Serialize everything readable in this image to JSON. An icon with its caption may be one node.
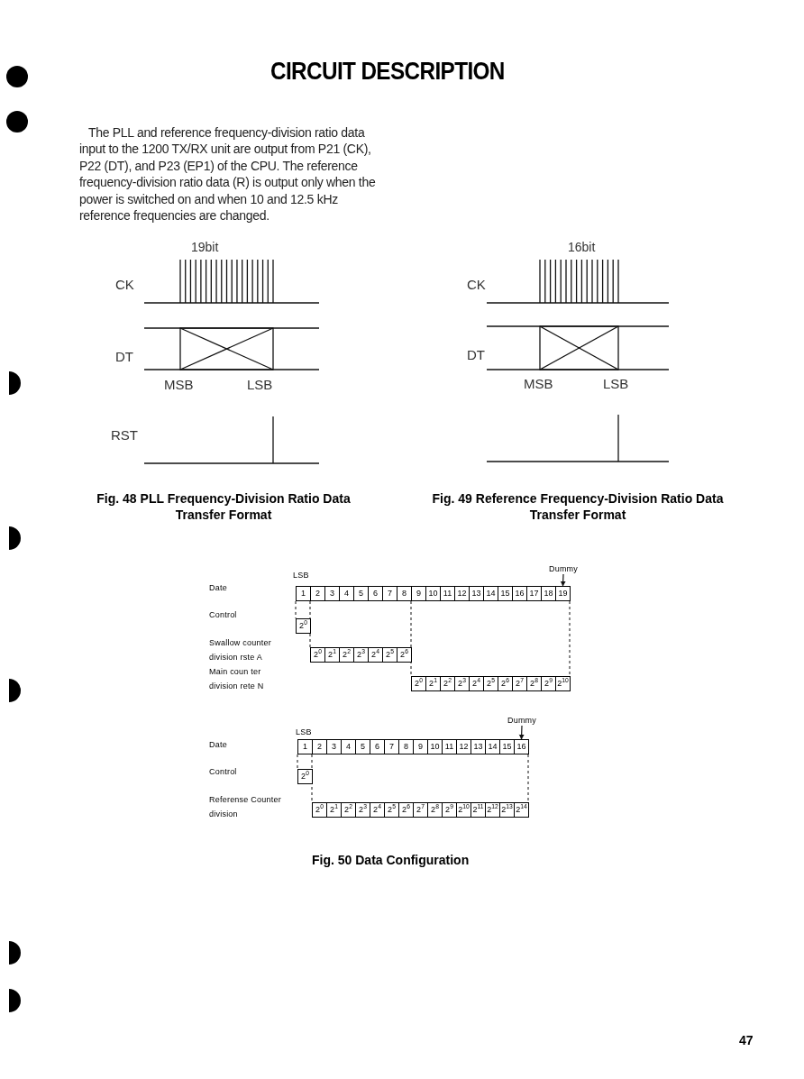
{
  "diagram": {
    "title": "CIRCUIT DESCRIPTION",
    "nodes": [
      {
        "text": [
          "Dummy"
        ]
      },
      {
        "text": [
          "19"
        ]
      },
      {
        "text": [
          "Dummy"
        ]
      },
      {
        "text": [
          "16"
        ]
      }
    ],
    "edges": [
      {
        "from": 0,
        "to": 1,
        "arrow": "to"
      },
      {
        "from": 2,
        "to": 3,
        "arrow": "to"
      }
    ],
    "labels": [
      "The PLL and reference frequency-division ratio data input to the 1200 TX/RX unit are output from P21 (CK), P22 (DT), and P23 (EP1) of the CPU. The reference frequency-division ratio data (R) is output only when the power is switched on and when 10 and 12.5 kHz reference frequencies are changed.",
      "19bit",
      "CK",
      "DT",
      "MSB",
      "LSB",
      "RST",
      "16bit",
      "CK",
      "DT",
      "MSB",
      "LSB",
      "Fig. 48 PLL Frequency-Division Ratio Data Transfer Format",
      "Fig. 49 Reference Frequency-Division Ratio Data Transfer Format",
      "LSB",
      "Date",
      "1",
      "2",
      "3",
      "4",
      "5",
      "6",
      "7",
      "8",
      "9",
      "10",
      "11",
      "12",
      "13",
      "14",
      "15",
      "16",
      "17",
      "18",
      "Control",
      "2$^{0}$",
      "Swallow counter division rste A",
      "2$^{0}$",
      "2$^{1}$",
      "2$^{2}$",
      "2$^{3}$",
      "2$^{4}$",
      "2$^{5}$",
      "2$^{6}$",
      "Main coun ter division rete N",
      "2$^{0}$",
      "2$^{1}$",
      "2$^{2}$",
      "2$^{3}$",
      "2$^{4}$",
      "2$^{5}$",
      "2$^{6}$",
      "2$^{7}$",
      "2$^{8}$",
      "2$^{9}$",
      "2$^{10}$",
      "LSB",
      "Date",
      "1",
      "2",
      "3",
      "4",
      "5",
      "6",
      "7",
      "8",
      "9",
      "10",
      "11",
      "12",
      "13",
      "14",
      "15",
      "Control",
      "2$^{0}$",
      "Referense Counter division",
      "2$^{0}$",
      "2$^{1}$",
      "2$^{2}$",
      "2$^{3}$",
      "2$^{4}$",
      "2$^{5}$",
      "2$^{6}$",
      "2$^{7}$",
      "2$^{8}$",
      "2$^{9}$",
      "2$^{10}$",
      "2$^{11}$",
      "2$^{12}$",
      "2$^{13}$",
      "2$^{14}$",
      "Fig. 50 Data Configuration",
      "47"
    ]
  }
}
